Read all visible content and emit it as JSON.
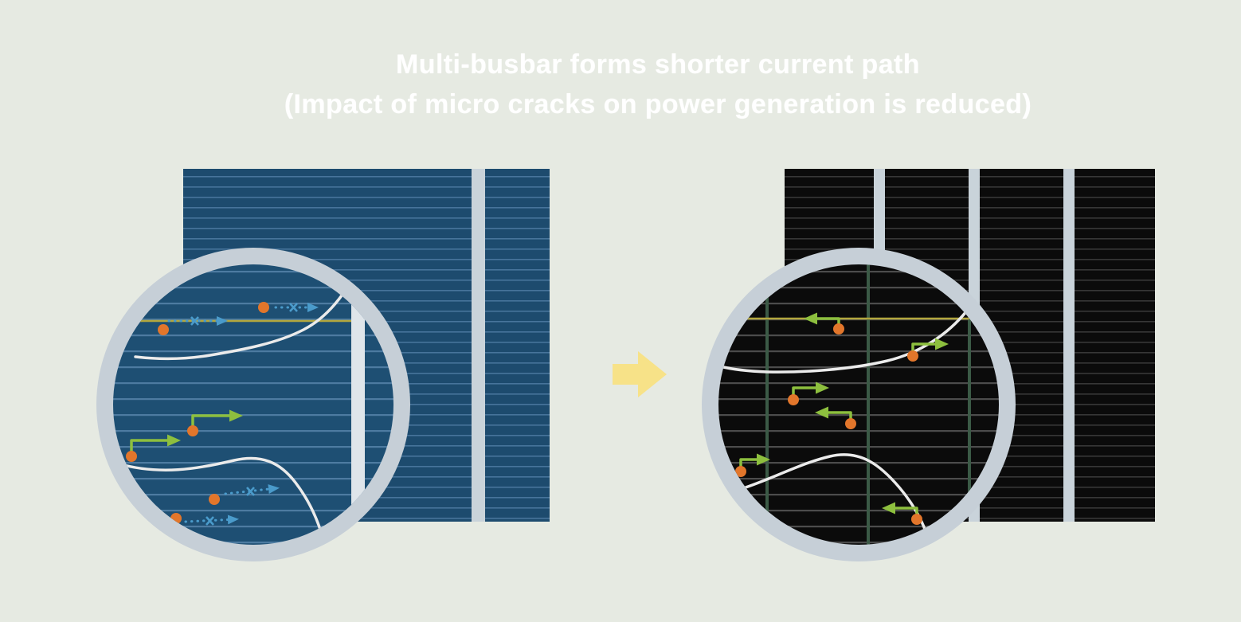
{
  "title": {
    "line1": "Multi-busbar forms shorter current path",
    "line2": "(Impact of micro cracks on power generation is reduced)"
  },
  "colors": {
    "background": "#e6eae2",
    "title_text": "#ffffff",
    "conventional_cell": "#1d4b6e",
    "conventional_finger_line": "#47749b",
    "conventional_cell_zoom": "#1e4f73",
    "conventional_finger_line_zoom": "#4d7ba1",
    "multibusbar_cell": "#0b0b0b",
    "multibusbar_finger_line": "#373737",
    "multibusbar_finger_line_zoom": "#4c4c4c",
    "busbar_stripe": "#c9d3da",
    "magnified_busbar": "#dfe5ea",
    "magnifier_ring": "#c6cfd7",
    "wire_green": "#3b5a46",
    "highlight_finger_yellow": "#b3a73e",
    "crack_white": "#ebebeb",
    "electron_orange": "#e2762b",
    "short_path_green": "#8dbf3e",
    "long_path_blue": "#4a9bcb",
    "transition_arrow_yellow": "#f7e288"
  },
  "icons": {
    "transition_arrow": "block-arrow-right",
    "blocked_path_mark": "x-cross",
    "electron": "dot"
  }
}
